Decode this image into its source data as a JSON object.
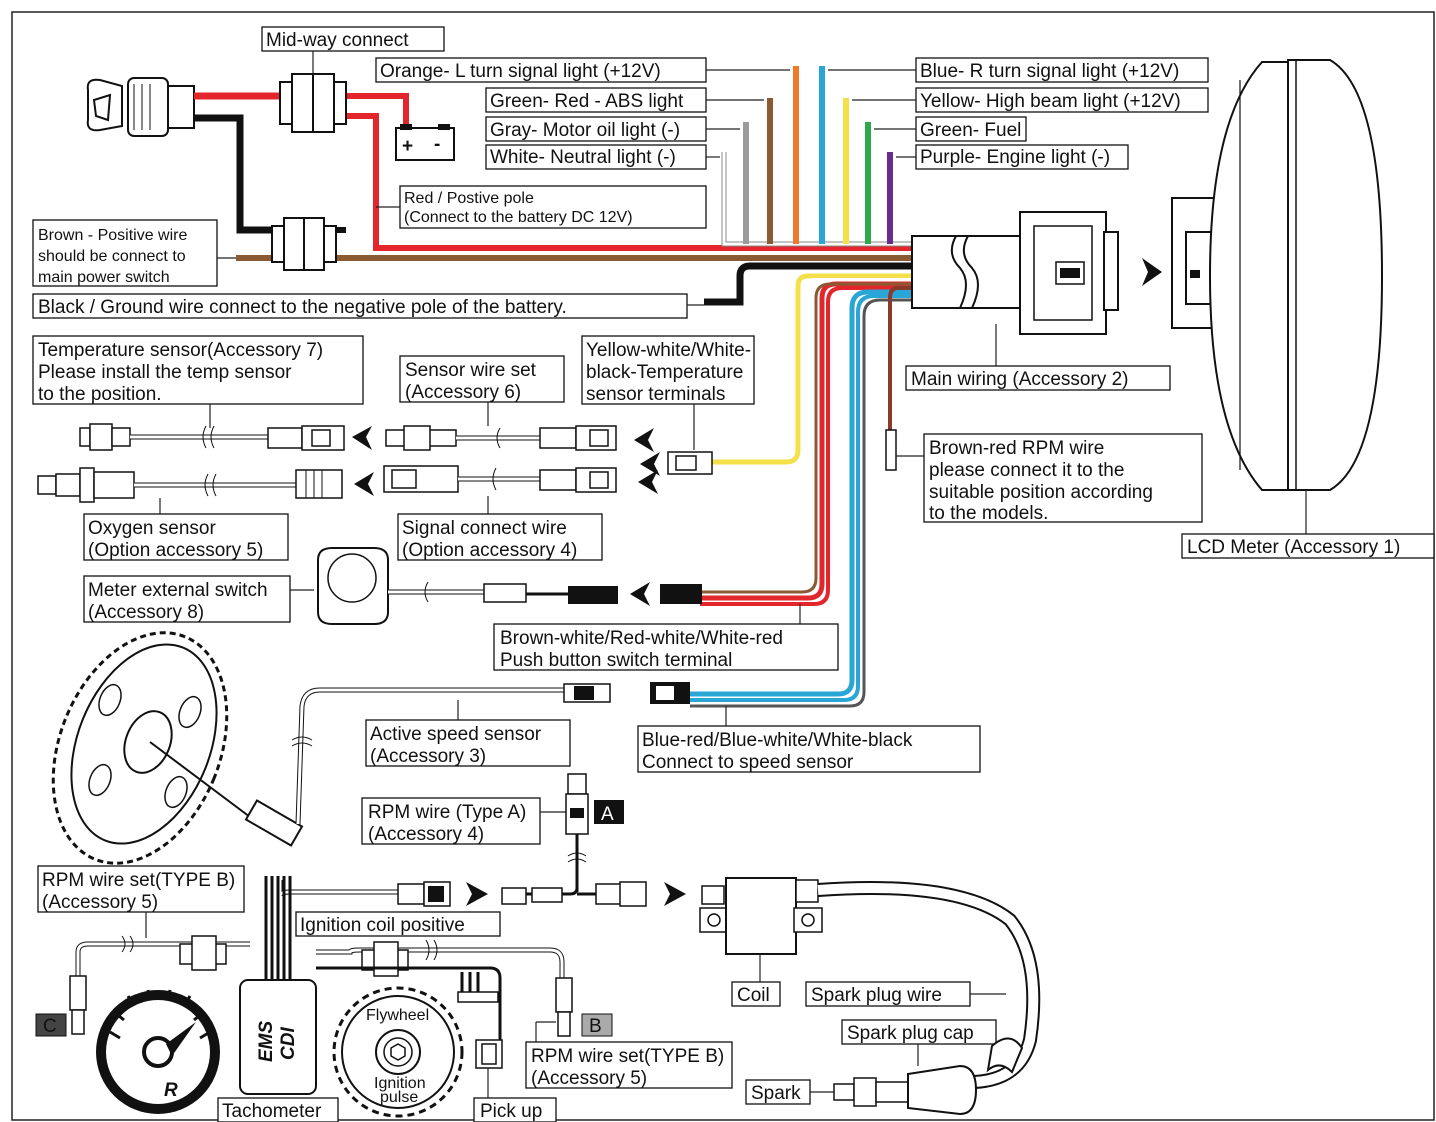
{
  "labels": {
    "midway": "Mid-way connect",
    "orange": "Orange- L turn signal light (+12V)",
    "green_red": "Green- Red - ABS light",
    "gray": "Gray- Motor oil light (-)",
    "white": "White- Neutral light (-)",
    "blue": "Blue- R turn signal light (+12V)",
    "yellow": "Yellow- High beam light (+12V)",
    "green_fuel": "Green- Fuel",
    "purple": "Purple- Engine light (-)",
    "red_pole": [
      "Red / Postive pole",
      "(Connect to the battery DC 12V)"
    ],
    "brown_positive": [
      "Brown - Positive wire",
      "should be connect to",
      "main power switch"
    ],
    "black_ground": "Black / Ground wire connect to the negative pole of the battery.",
    "temp_sensor": [
      "Temperature sensor(Accessory 7)",
      "Please install the temp sensor",
      "to the position."
    ],
    "sensor_wire_set": [
      "Sensor wire set",
      "(Accessory 6)"
    ],
    "yellow_white": [
      "Yellow-white/White-",
      "black-Temperature",
      "sensor terminals"
    ],
    "main_wiring": "Main wiring (Accessory 2)",
    "brown_red_rpm": [
      "Brown-red RPM wire",
      "please connect it to the",
      "suitable position according",
      "to the models."
    ],
    "lcd_meter": "LCD Meter (Accessory 1)",
    "oxygen_sensor": [
      "Oxygen sensor",
      "(Option accessory 5)"
    ],
    "signal_connect": [
      "Signal connect wire",
      "(Option accessory 4)"
    ],
    "meter_switch": [
      "Meter external switch",
      "(Accessory 8)"
    ],
    "push_button": [
      "Brown-white/Red-white/White-red",
      "Push button switch terminal"
    ],
    "active_speed": [
      "Active speed sensor",
      "(Accessory 3)"
    ],
    "speed_sensor_wire": [
      "Blue-red/Blue-white/White-black",
      "Connect to speed sensor"
    ],
    "rpm_type_a": [
      "RPM wire (Type A)",
      "(Accessory 4)"
    ],
    "badge_a": "A",
    "badge_b": "B",
    "badge_c": "C",
    "rpm_set_b_left": [
      "RPM wire set(TYPE B)",
      "(Accessory 5)"
    ],
    "ignition_coil": "Ignition coil positive",
    "coil": "Coil",
    "spark_plug_wire": "Spark plug wire",
    "spark_plug_cap": "Spark plug cap",
    "spark": "Spark",
    "ems_cdi": [
      "EMS",
      "CDI"
    ],
    "flywheel": "Flywheel",
    "ignition_pulse": [
      "Ignition",
      "pulse"
    ],
    "rpm_set_b_right": [
      "RPM wire set(TYPE B)",
      "(Accessory 5)"
    ],
    "tachometer": "Tachometer",
    "pick_up": "Pick up",
    "battery_plus": "+",
    "battery_minus": "-",
    "tacho_letter": "R"
  },
  "colors": {
    "red": "#e3262b",
    "orange": "#f07a2a",
    "blue": "#2aa6d6",
    "brown": "#8a5a32",
    "yellow": "#f3e04a",
    "green": "#2ea84a",
    "purple": "#6a2c8c",
    "gray": "#9a9a9a",
    "black": "#111111",
    "white_wire": "#ffffff"
  }
}
